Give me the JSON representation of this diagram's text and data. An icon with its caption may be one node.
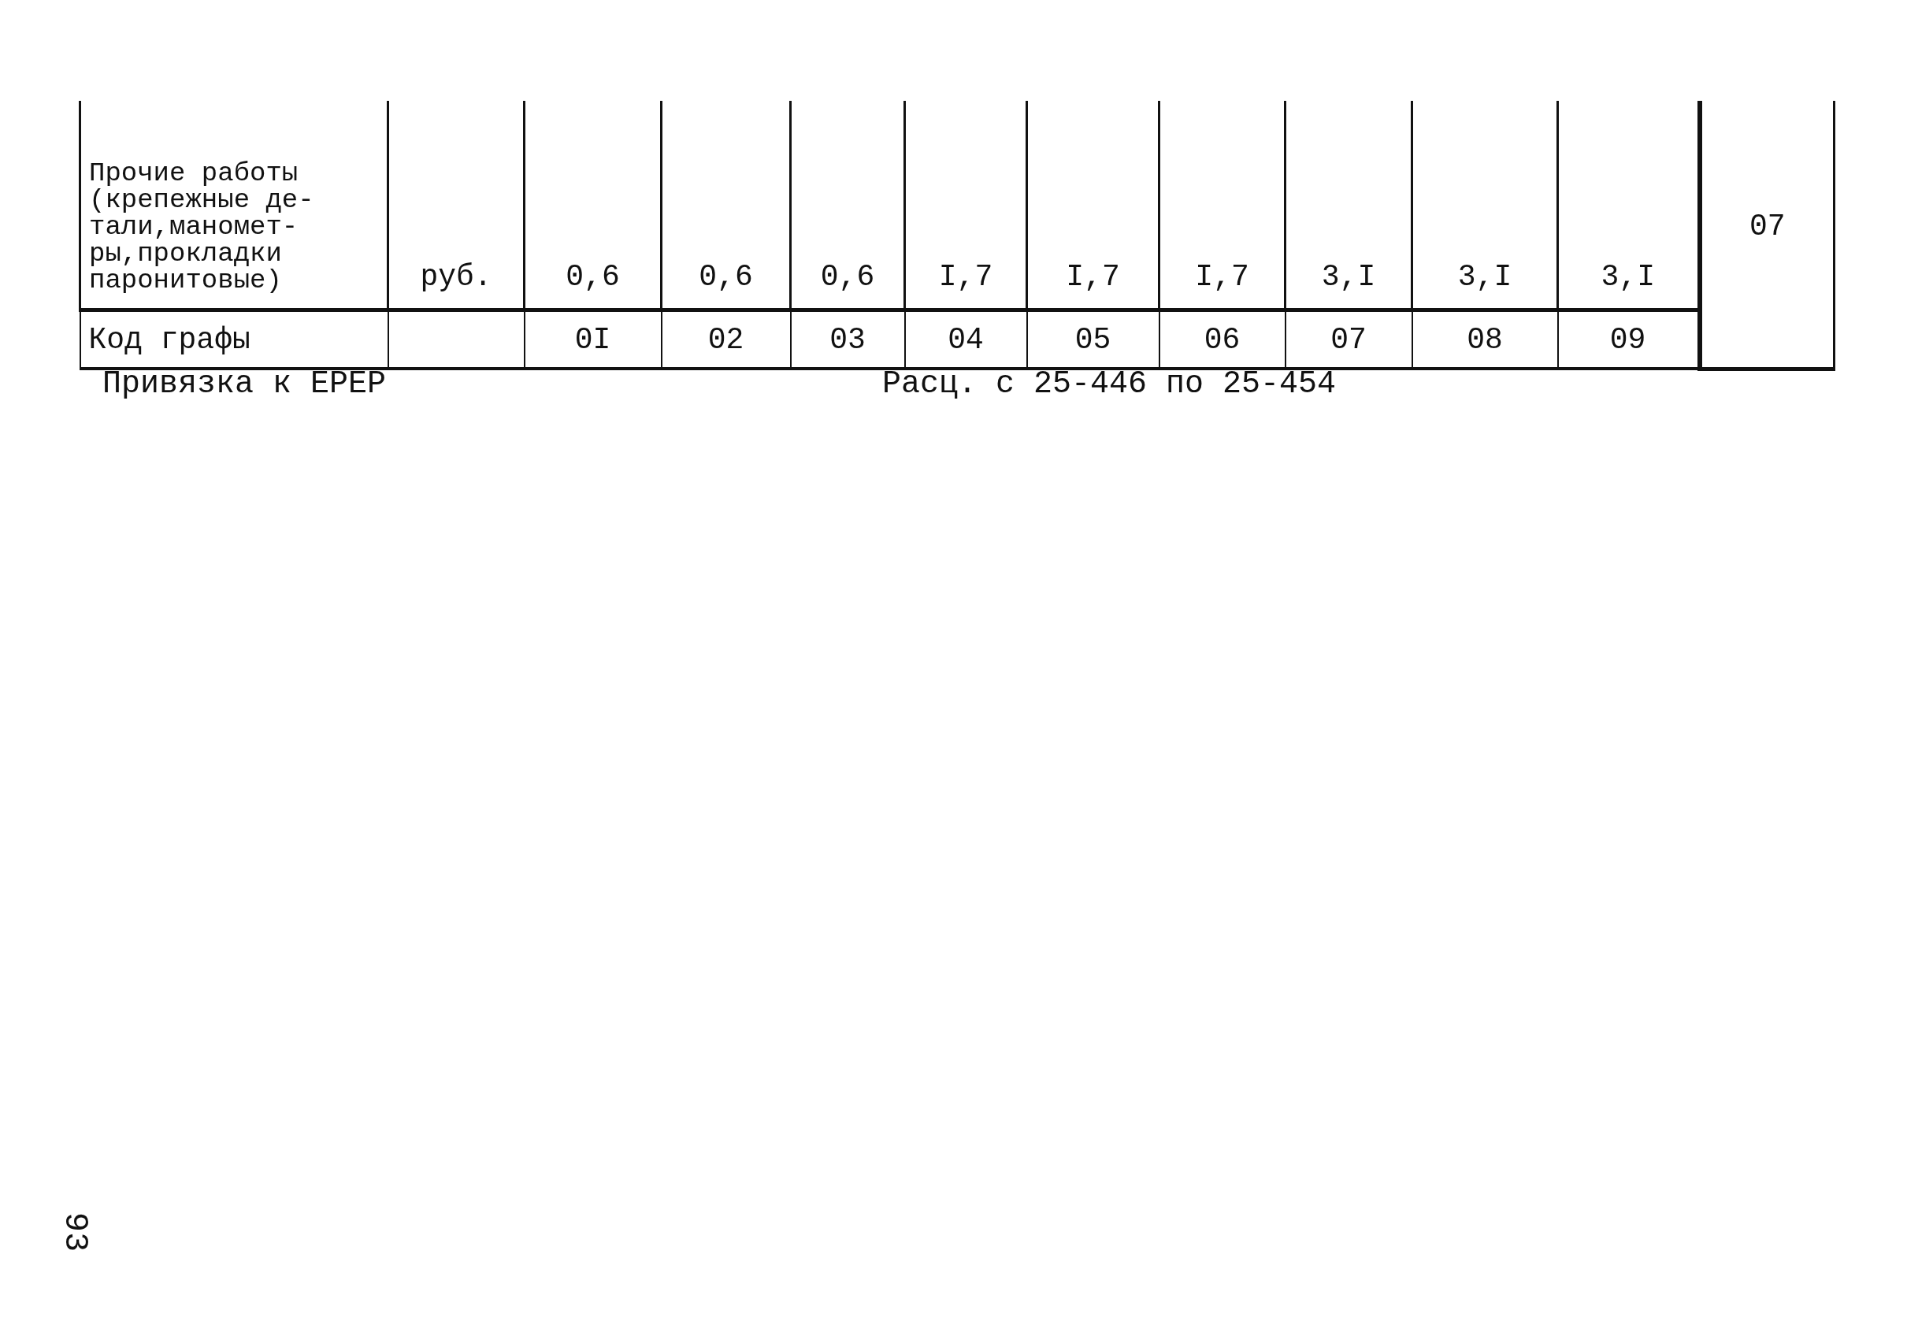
{
  "diagram": {
    "labels": [
      "Прочие работы (крепежные де- тали,маномет- ры,прокладки паронитовые)",
      "руб.",
      "0,6",
      "0,6",
      "0,6",
      "I,7",
      "I,7",
      "I,7",
      "3,I",
      "3,I",
      "3,I",
      "07",
      "Код графы",
      "0I",
      "02",
      "03",
      "04",
      "05",
      "06",
      "07",
      "08",
      "09",
      "Привязка к ЕРЕР",
      "Расц. с 25-446 по 25-454",
      "93"
    ]
  }
}
